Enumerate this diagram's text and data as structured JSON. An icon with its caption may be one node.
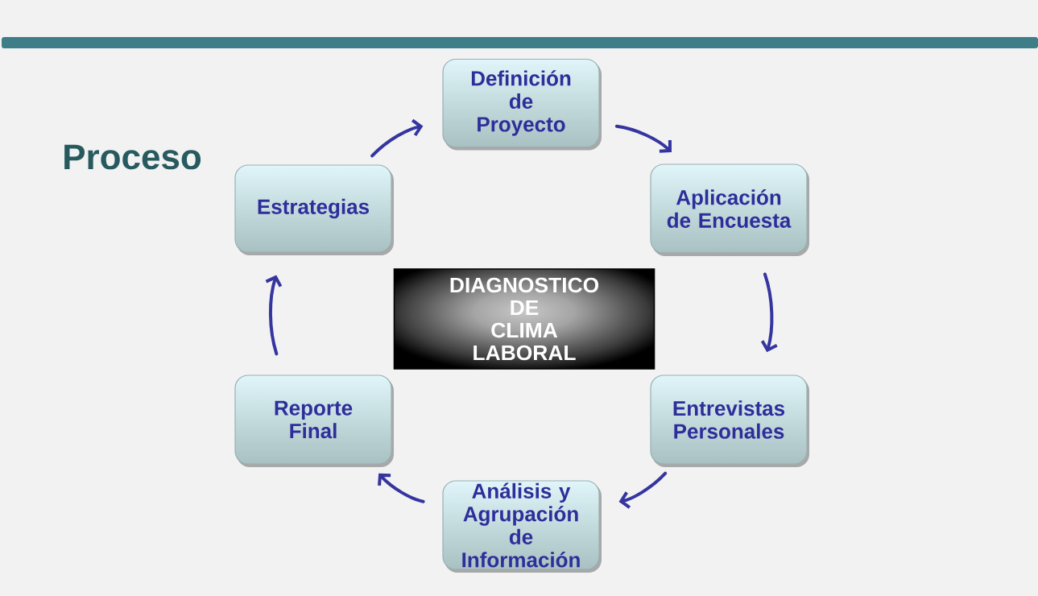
{
  "diagram": {
    "title": "Proceso",
    "nodes": [
      {
        "text": [
          "Definición de Proyecto"
        ]
      },
      {
        "text": [
          "Estrategias"
        ]
      },
      {
        "text": [
          "Aplicación de Encuesta"
        ]
      },
      {
        "text": [
          "DIAGNOSTICO DE CLIMA LABORAL"
        ]
      },
      {
        "text": [
          "Reporte Final"
        ]
      },
      {
        "text": [
          "Entrevistas Personales"
        ]
      },
      {
        "text": [
          "Análisis y Agrupación de Información"
        ]
      }
    ],
    "edges": [
      {
        "from": 0,
        "to": 2,
        "arrow": "to"
      },
      {
        "from": 2,
        "to": 5,
        "arrow": "to"
      },
      {
        "from": 5,
        "to": 6,
        "arrow": "to"
      },
      {
        "from": 6,
        "to": 4,
        "arrow": "to"
      },
      {
        "from": 4,
        "to": 1,
        "arrow": "to"
      },
      {
        "from": 1,
        "to": 0,
        "arrow": "to"
      }
    ]
  }
}
